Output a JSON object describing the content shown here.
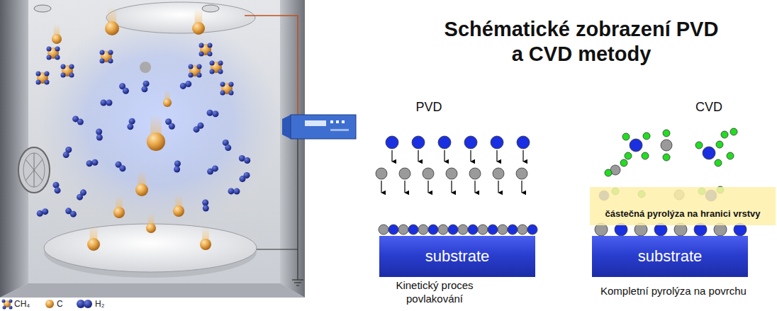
{
  "diagram": {
    "title": "Schématické zobrazení PVD a CVD metody",
    "nodes": [
      {
        "text": [
          "substrate"
        ]
      },
      {
        "text": [
          "částečná pyrolýza na hranici vrstvy"
        ]
      },
      {
        "text": [
          "substrate"
        ]
      }
    ],
    "labels": [
      "PVD",
      "CVD",
      "Kinetický proces povlakování",
      "Kompletní pyrolýza na povrchu"
    ],
    "legend": [
      {
        "text": "CH₄"
      },
      {
        "text": "C"
      },
      {
        "text": "H₂"
      }
    ]
  }
}
